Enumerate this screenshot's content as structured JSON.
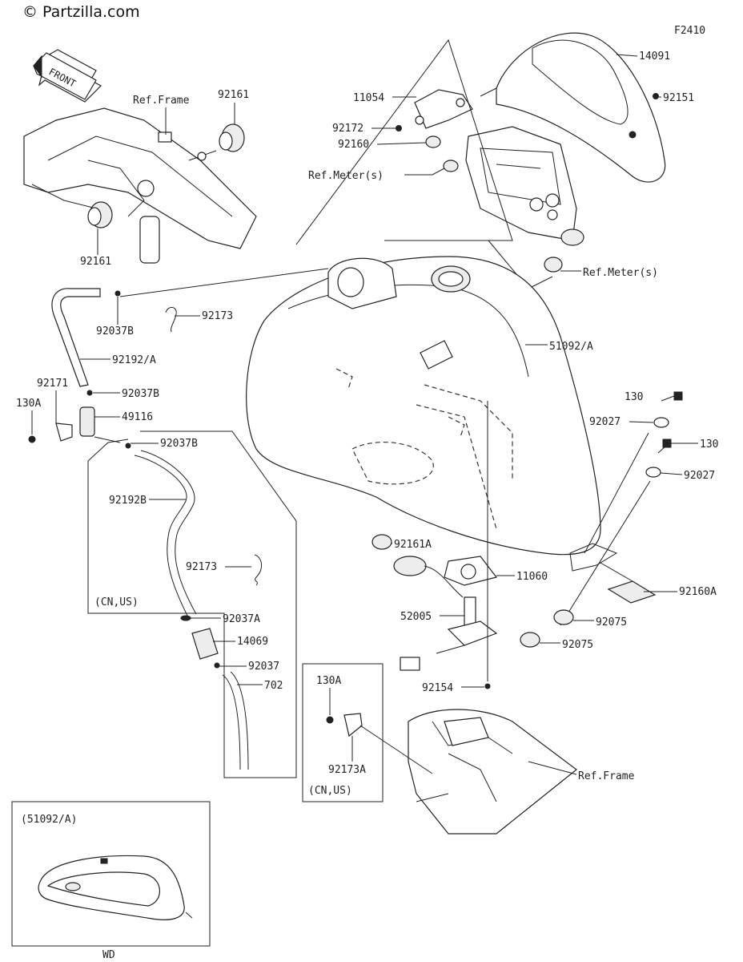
{
  "watermark": "© Partzilla.com",
  "figure_code": "F2410",
  "front_label": "FRONT",
  "refs": {
    "frame_top": "Ref.Frame",
    "meter_top": "Ref.Meter(s)",
    "meter_right": "Ref.Meter(s)",
    "frame_bottom": "Ref.Frame"
  },
  "notes": {
    "cn_us_left": "(CN,US)",
    "cn_us_box": "(CN,US)",
    "variant_title": "(51092/A)",
    "variant_caption": "WD"
  },
  "parts": {
    "p14091": "14091",
    "p92151": "92151",
    "p11054": "11054",
    "p92172": "92172",
    "p92160": "92160",
    "p92161_top": "92161",
    "p92161_bottom": "92161",
    "p92037B_1": "92037B",
    "p92173_1": "92173",
    "p92192A": "92192/A",
    "p51092A": "51092/A",
    "p92171": "92171",
    "p130A_left": "130A",
    "p92037B_2": "92037B",
    "p49116": "49116",
    "p92037B_3": "92037B",
    "p130_1": "130",
    "p92027_1": "92027",
    "p130_2": "130",
    "p92027_2": "92027",
    "p92192B": "92192B",
    "p92173_2": "92173",
    "p92161A": "92161A",
    "p11060": "11060",
    "p92160A": "92160A",
    "p52005": "52005",
    "p92075_1": "92075",
    "p92075_2": "92075",
    "p92037A": "92037A",
    "p14069": "14069",
    "p92037": "92037",
    "p702": "702",
    "p130A_box": "130A",
    "p92154": "92154",
    "p92173A": "92173A"
  }
}
